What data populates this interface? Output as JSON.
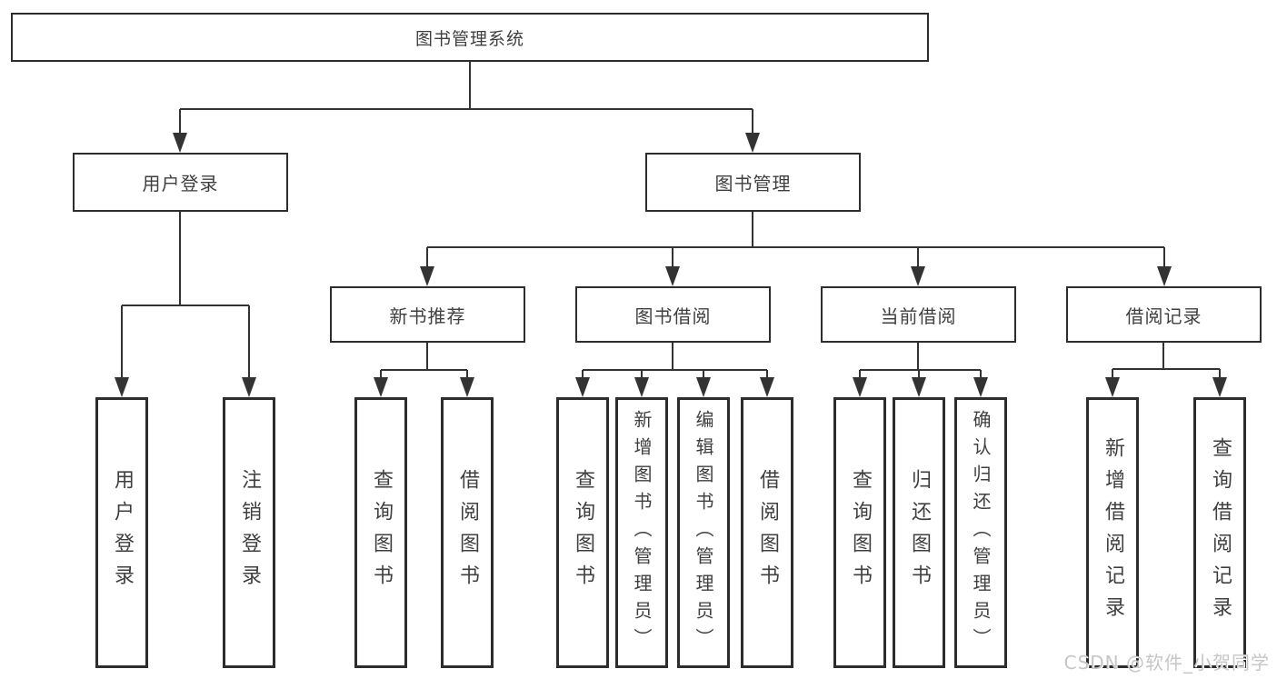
{
  "tree": {
    "root": "图书管理系统",
    "children": [
      {
        "label": "用户登录",
        "children": [
          "用户登录",
          "注销登录"
        ]
      },
      {
        "label": "图书管理",
        "children": [
          {
            "label": "新书推荐",
            "children": [
              "查询图书",
              "借阅图书"
            ]
          },
          {
            "label": "图书借阅",
            "children": [
              "查询图书",
              "新增图书（管理员）",
              "编辑图书（管理员）",
              "借阅图书"
            ]
          },
          {
            "label": "当前借阅",
            "children": [
              "查询图书",
              "归还图书",
              "确认归还（管理员）"
            ]
          },
          {
            "label": "借阅记录",
            "children": [
              "新增借阅记录",
              "查询借阅记录"
            ]
          }
        ]
      }
    ]
  },
  "watermark": "CSDN @软件_小贺同学",
  "colors": {
    "line": "#333333",
    "border": "#2d2d2d",
    "text": "#3f3f3f",
    "watermark": "#c6c6c6",
    "background": "#ffffff"
  }
}
